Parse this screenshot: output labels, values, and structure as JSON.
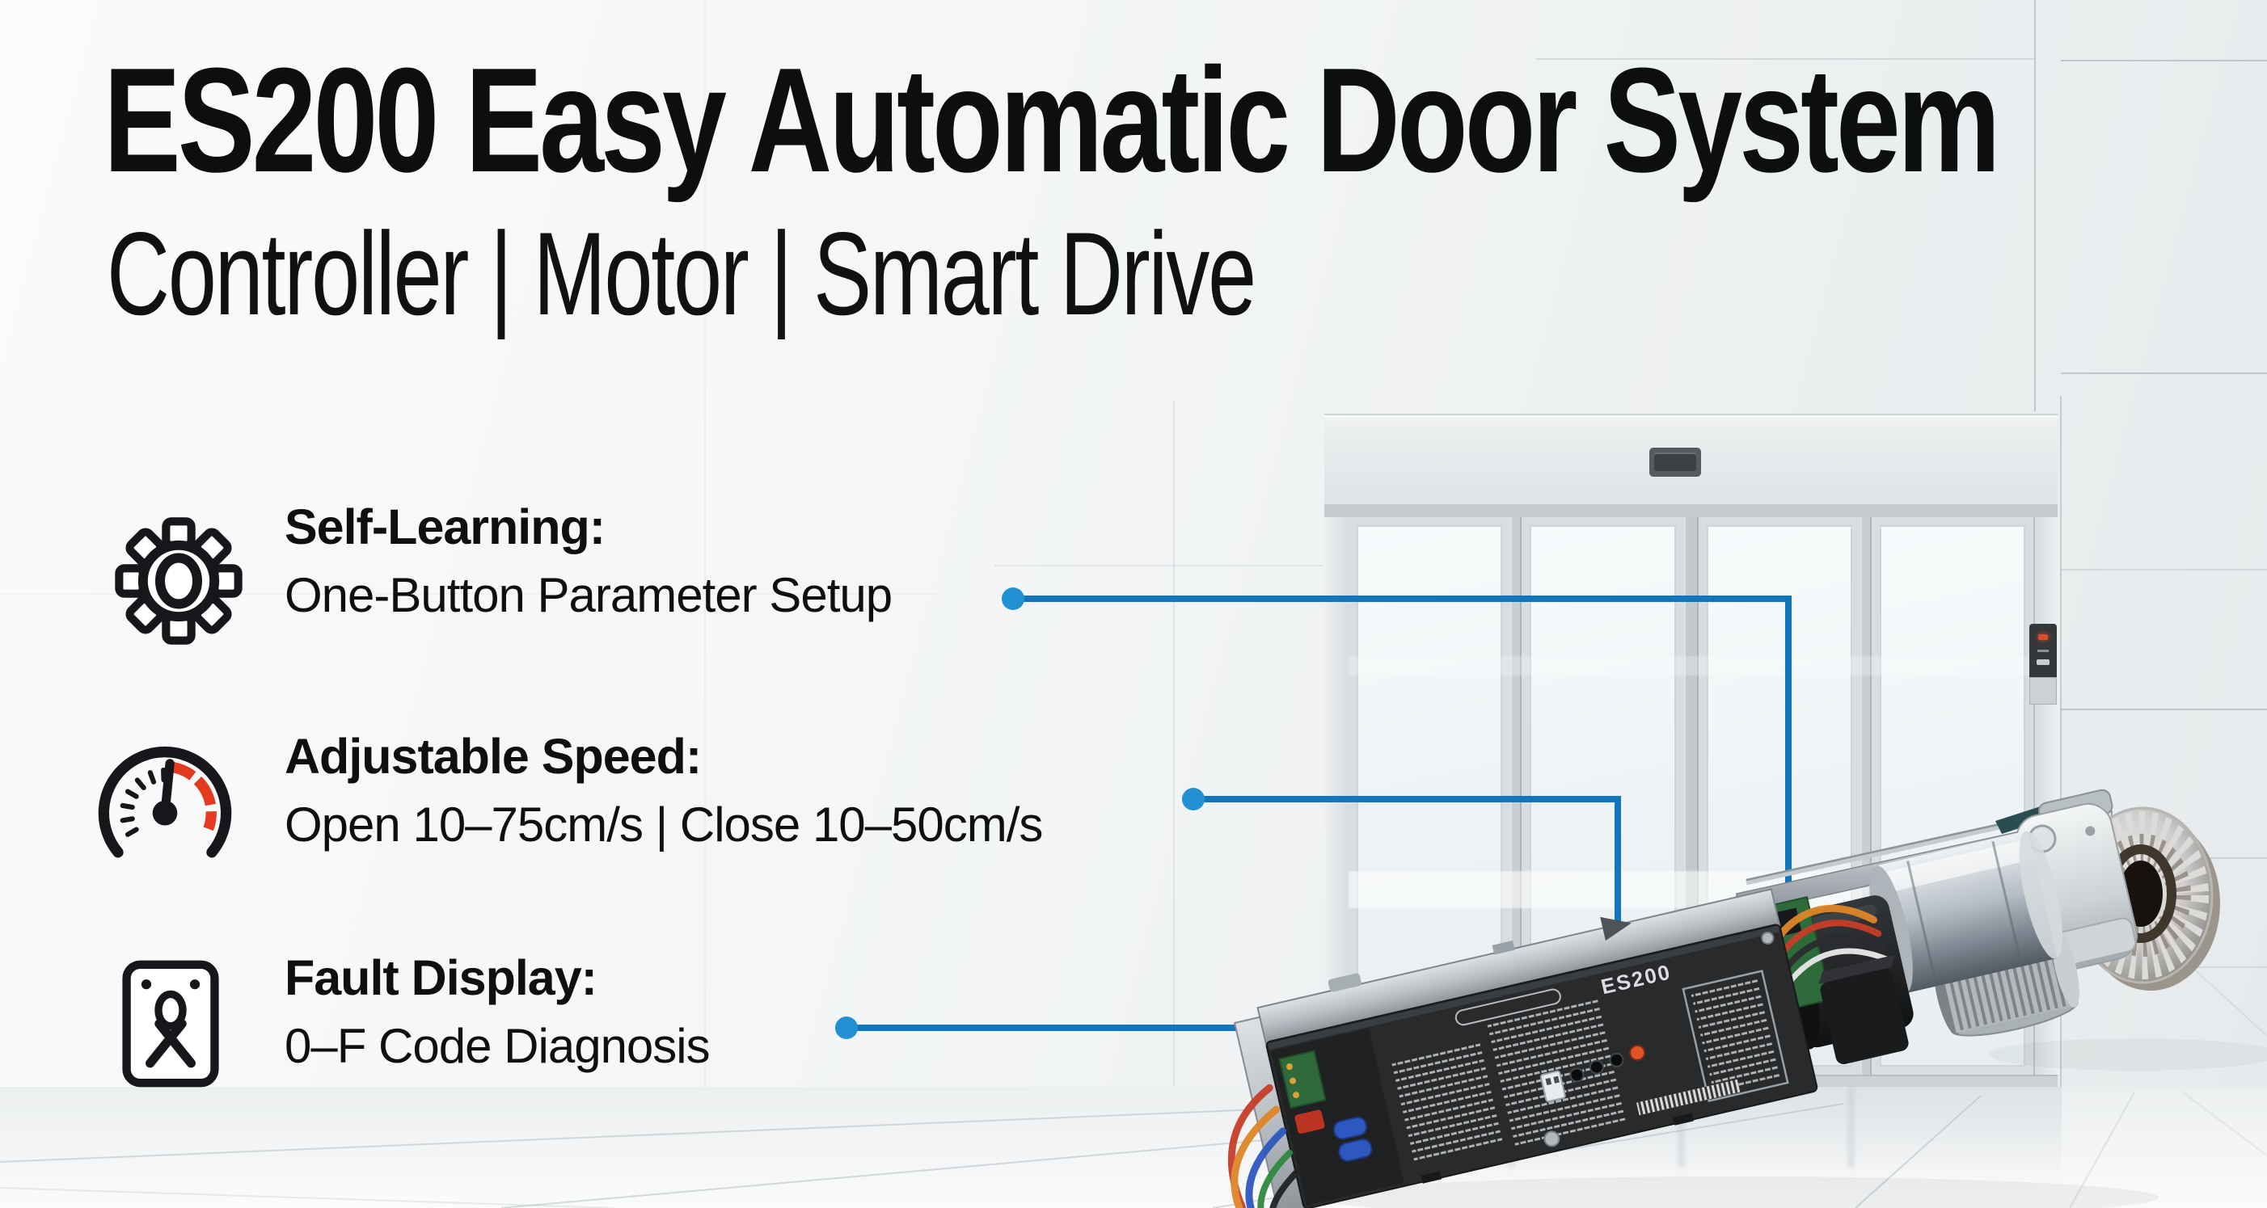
{
  "page": {
    "title": "ES200 Easy Automatic Door System",
    "subtitle": "Controller | Motor | Smart Drive"
  },
  "features": [
    {
      "icon": "gear-icon",
      "heading": "Self-Learning:",
      "description": "One-Button Parameter Setup"
    },
    {
      "icon": "speedometer-icon",
      "heading": "Adjustable Speed:",
      "description": "Open 10–75cm/s | Close 10–50cm/s"
    },
    {
      "icon": "fault-display-icon",
      "heading": "Fault Display:",
      "description": "0–F Code Diagnosis"
    }
  ],
  "product": {
    "label": "ES200"
  },
  "colors": {
    "accent_line": "#1176bd",
    "accent_dot": "#2191d3",
    "speedometer_red": "#e23b20",
    "icon_ink": "#15171a",
    "text": "#0d0e0f"
  }
}
